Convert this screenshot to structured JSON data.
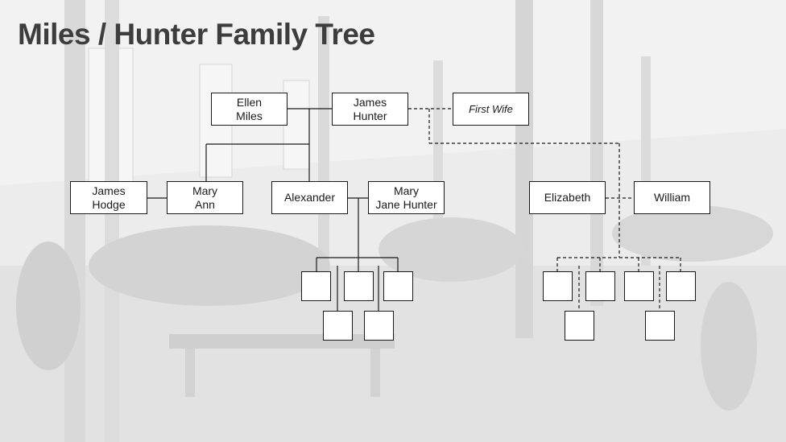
{
  "title": "Miles / Hunter Family Tree",
  "colors": {
    "title": "#3d3d3d",
    "box_fill": "#ffffff",
    "line": "#1a1a1a"
  },
  "people": {
    "ellen_miles": [
      "Ellen",
      "Miles"
    ],
    "james_hunter": [
      "James",
      "Hunter"
    ],
    "first_wife": "First Wife",
    "james_hodge": [
      "James",
      "Hodge"
    ],
    "mary_ann": [
      "Mary",
      "Ann"
    ],
    "alexander": "Alexander",
    "mary_jane_hunter": [
      "Mary",
      "Jane Hunter"
    ],
    "elizabeth": "Elizabeth",
    "william": "William"
  }
}
